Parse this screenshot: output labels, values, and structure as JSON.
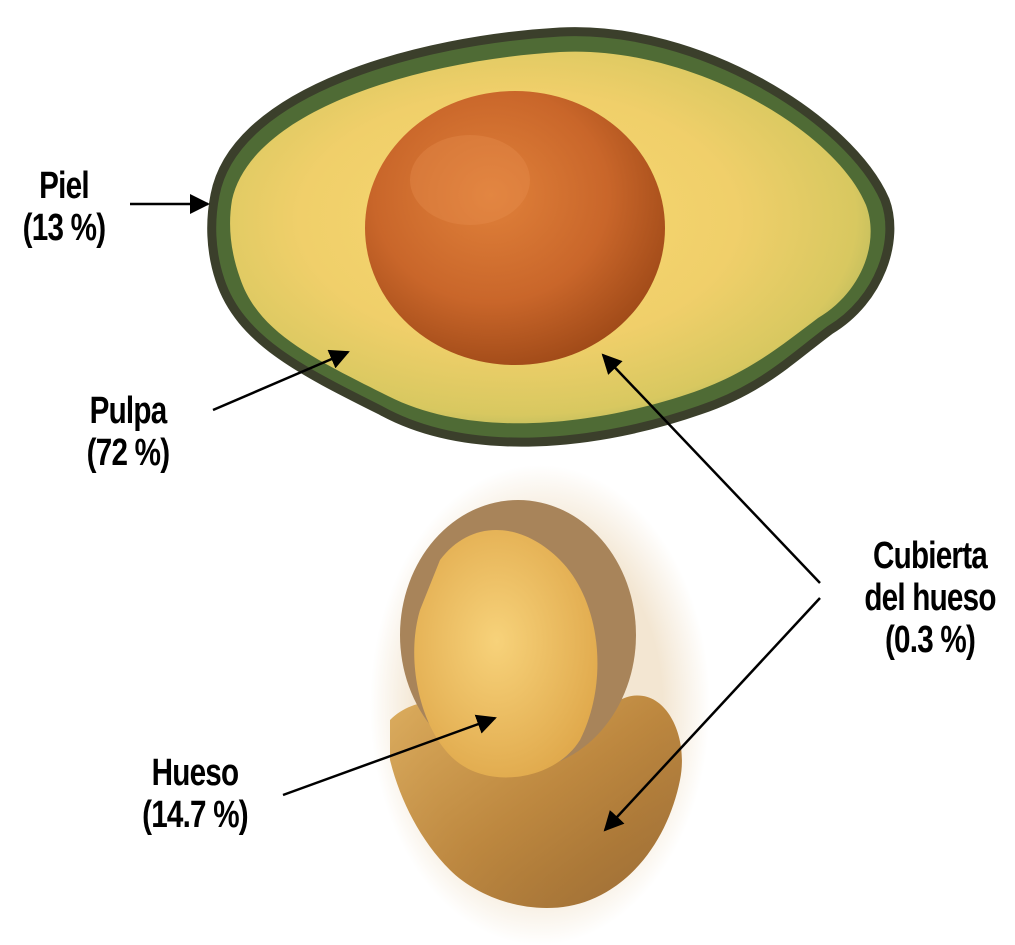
{
  "labels": {
    "piel": {
      "name": "Piel",
      "pct": "(13 %)"
    },
    "pulpa": {
      "name": "Pulpa",
      "pct": "(72 %)"
    },
    "hueso": {
      "name": "Hueso",
      "pct": "(14.7 %)"
    },
    "cubierta": {
      "line1": "Cubierta",
      "line2": "del hueso",
      "pct": "(0.3 %)"
    }
  },
  "colors": {
    "skin": "#4f6b35",
    "skin_edge": "#3b3f2b",
    "flesh_green": "#a8b25a",
    "flesh_yellow": "#f2cf6a",
    "seed_dark": "#b8551c",
    "seed_light": "#e0813a",
    "peeled_seed": "#f0c46a",
    "seed_coat": "#a8845a",
    "loose_coat": "#c4913f"
  }
}
